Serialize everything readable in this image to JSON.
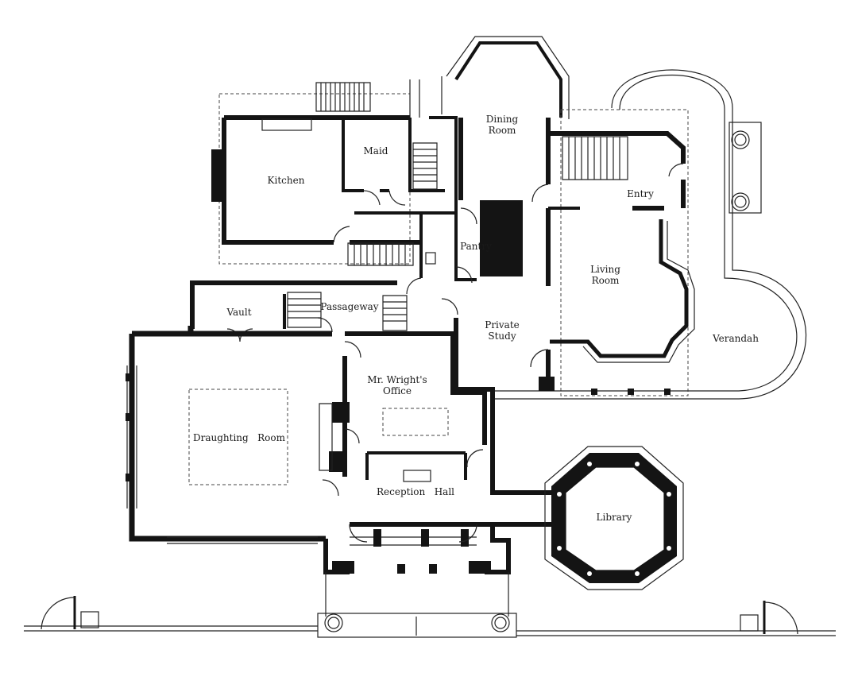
{
  "rooms": {
    "kitchen": "Kitchen",
    "maid": "Maid",
    "dining": "Dining\nRoom",
    "entry": "Entry",
    "pantry": "Pantry",
    "living": "Living\nRoom",
    "vault": "Vault",
    "passageway": "Passageway",
    "study": "Private\nStudy",
    "verandah": "Verandah",
    "office": "Mr. Wright's\nOffice",
    "draughting": "Draughting   Room",
    "reception": "Reception   Hall",
    "library": "Library"
  }
}
